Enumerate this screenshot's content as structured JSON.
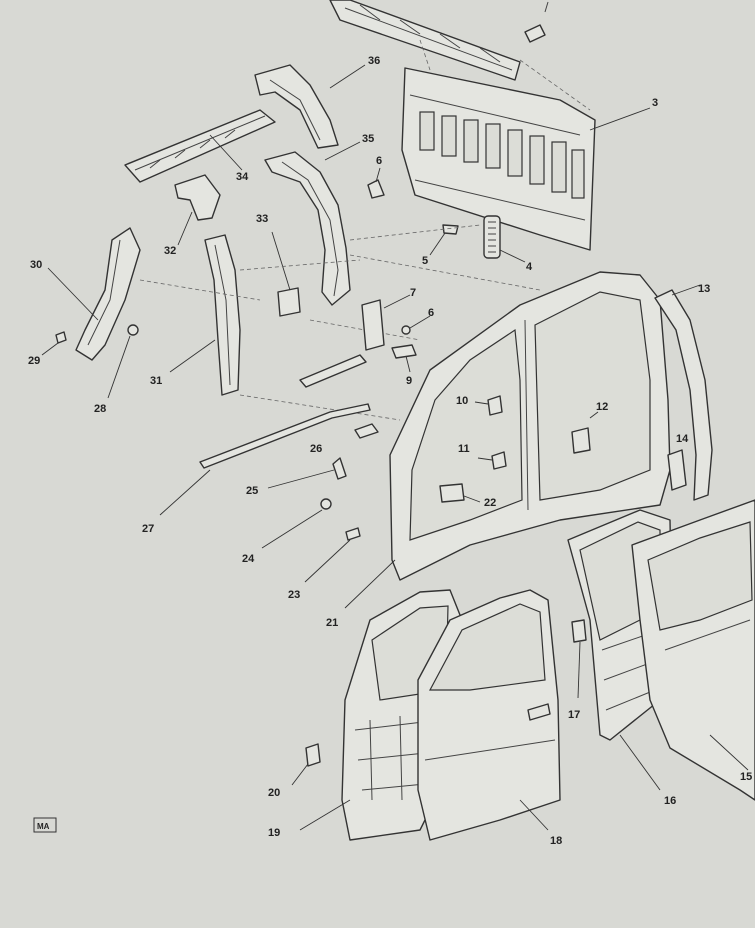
{
  "diagram": {
    "callouts": [
      {
        "id": "c3",
        "text": "3"
      },
      {
        "id": "c4",
        "text": "4"
      },
      {
        "id": "c5",
        "text": "5"
      },
      {
        "id": "c6a",
        "text": "6"
      },
      {
        "id": "c6b",
        "text": "6"
      },
      {
        "id": "c7",
        "text": "7"
      },
      {
        "id": "c9",
        "text": "9"
      },
      {
        "id": "c10",
        "text": "10"
      },
      {
        "id": "c11",
        "text": "11"
      },
      {
        "id": "c12",
        "text": "12"
      },
      {
        "id": "c13",
        "text": "13"
      },
      {
        "id": "c14",
        "text": "14"
      },
      {
        "id": "c15",
        "text": "15"
      },
      {
        "id": "c16",
        "text": "16"
      },
      {
        "id": "c17",
        "text": "17"
      },
      {
        "id": "c18",
        "text": "18"
      },
      {
        "id": "c19",
        "text": "19"
      },
      {
        "id": "c20",
        "text": "20"
      },
      {
        "id": "c21",
        "text": "21"
      },
      {
        "id": "c22",
        "text": "22"
      },
      {
        "id": "c23",
        "text": "23"
      },
      {
        "id": "c24",
        "text": "24"
      },
      {
        "id": "c25",
        "text": "25"
      },
      {
        "id": "c26",
        "text": "26"
      },
      {
        "id": "c27",
        "text": "27"
      },
      {
        "id": "c28",
        "text": "28"
      },
      {
        "id": "c29",
        "text": "29"
      },
      {
        "id": "c30",
        "text": "30"
      },
      {
        "id": "c31",
        "text": "31"
      },
      {
        "id": "c32",
        "text": "32"
      },
      {
        "id": "c33",
        "text": "33"
      },
      {
        "id": "c34",
        "text": "34"
      },
      {
        "id": "c35",
        "text": "35"
      },
      {
        "id": "c36",
        "text": "36"
      }
    ],
    "badge": "MA"
  }
}
